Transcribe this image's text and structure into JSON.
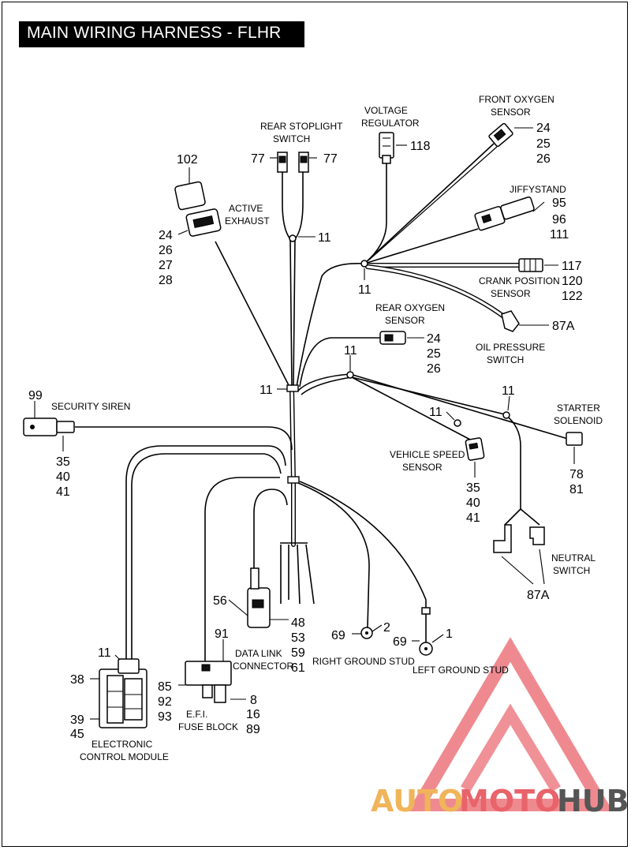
{
  "title": "MAIN WIRING HARNESS - FLHR",
  "logo": {
    "part1": "AUTO",
    "part2": "MOTO",
    "part3": "HUB",
    "color1": "#f0b45a",
    "color2": "#e8636a",
    "color3": "#555555",
    "mark_color": "#e8636a"
  },
  "components": {
    "front_oxygen_sensor": {
      "line1": "FRONT OXYGEN",
      "line2": "SENSOR",
      "refs": [
        "24",
        "25",
        "26"
      ]
    },
    "voltage_regulator": {
      "line1": "VOLTAGE",
      "line2": "REGULATOR",
      "ref": "118"
    },
    "rear_stoplight_switch": {
      "line1": "REAR STOPLIGHT",
      "line2": "SWITCH",
      "ref_left": "77",
      "ref_right": "77"
    },
    "jiffystand": {
      "line1": "JIFFYSTAND",
      "refs": [
        "95",
        "96",
        "111"
      ]
    },
    "active_exhaust": {
      "line1": "ACTIVE",
      "line2": "EXHAUST",
      "ref_top": "102",
      "refs": [
        "24",
        "26",
        "27",
        "28"
      ]
    },
    "crank_position_sensor": {
      "line1": "CRANK POSITION",
      "line2": "SENSOR",
      "refs": [
        "117",
        "120",
        "122"
      ]
    },
    "oil_pressure_switch": {
      "line1": "OIL PRESSURE",
      "line2": "SWITCH",
      "ref": "87A"
    },
    "rear_oxygen_sensor": {
      "line1": "REAR OXYGEN",
      "line2": "SENSOR",
      "refs": [
        "24",
        "25",
        "26"
      ]
    },
    "security_siren": {
      "line1": "SECURITY SIREN",
      "ref_top": "99",
      "refs": [
        "35",
        "40",
        "41"
      ]
    },
    "starter_solenoid": {
      "line1": "STARTER",
      "line2": "SOLENOID",
      "refs": [
        "78",
        "81"
      ]
    },
    "vehicle_speed_sensor": {
      "line1": "VEHICLE SPEED",
      "line2": "SENSOR",
      "refs": [
        "35",
        "40",
        "41"
      ]
    },
    "neutral_switch": {
      "line1": "NEUTRAL",
      "line2": "SWITCH",
      "ref": "87A"
    },
    "data_link_connector": {
      "line1": "DATA LINK",
      "line2": "CONNECTOR",
      "ref_left": "56",
      "refs": [
        "48",
        "53",
        "59",
        "61"
      ]
    },
    "right_ground_stud": {
      "line1": "RIGHT GROUND STUD",
      "ref_left": "69",
      "ref_right": "2"
    },
    "left_ground_stud": {
      "line1": "LEFT GROUND STUD",
      "ref_left": "69",
      "ref_right": "1"
    },
    "efi_fuse_block": {
      "line1": "E.F.I.",
      "line2": "FUSE BLOCK",
      "ref_top": "91",
      "refs_left": [
        "85",
        "92",
        "93"
      ],
      "refs_right": [
        "8",
        "16",
        "89"
      ]
    },
    "electronic_control_module": {
      "line1": "ELECTRONIC",
      "line2": "CONTROL MODULE",
      "ref_top": "11",
      "ref_left1": "38",
      "ref_left2a": "39",
      "ref_left2b": "45"
    }
  },
  "clips": {
    "c1": "11",
    "c2": "11",
    "c3": "11",
    "c4": "11",
    "c5": "11",
    "c6": "11"
  }
}
